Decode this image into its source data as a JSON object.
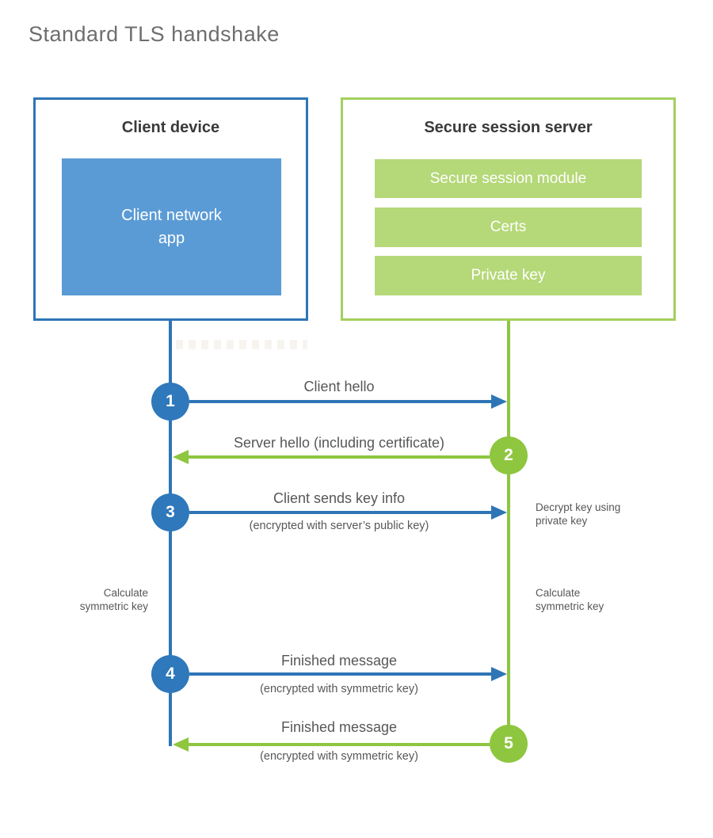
{
  "title": "Standard TLS handshake",
  "client": {
    "heading": "Client device",
    "module": "Client network\napp"
  },
  "server": {
    "heading": "Secure session server",
    "modules": [
      "Secure session module",
      "Certs",
      "Private key"
    ]
  },
  "steps": [
    {
      "num": "1",
      "from": "client",
      "direction": "right",
      "label": "Client hello",
      "sublabel": ""
    },
    {
      "num": "2",
      "from": "server",
      "direction": "left",
      "label": "Server hello (including certificate)",
      "sublabel": ""
    },
    {
      "num": "3",
      "from": "client",
      "direction": "right",
      "label": "Client sends key info",
      "sublabel": "(encrypted with server’s public key)"
    },
    {
      "num": "4",
      "from": "client",
      "direction": "right",
      "label": "Finished message",
      "sublabel": "(encrypted with symmetric key)"
    },
    {
      "num": "5",
      "from": "server",
      "direction": "left",
      "label": "Finished message",
      "sublabel": "(encrypted with symmetric key)"
    }
  ],
  "notes": {
    "decrypt": "Decrypt key using\nprivate key",
    "calculate_left": "Calculate\nsymmetric key",
    "calculate_right": "Calculate\nsymmetric key"
  },
  "colors": {
    "blue": "#2e75b6",
    "blue_fill": "#5b9bd5",
    "green": "#8ec63f",
    "green_border": "#a3cf5e",
    "green_fill": "#b5d878",
    "heading_text": "#3a3a3a",
    "label_text": "#575757",
    "title_text": "#6e6e6e"
  }
}
